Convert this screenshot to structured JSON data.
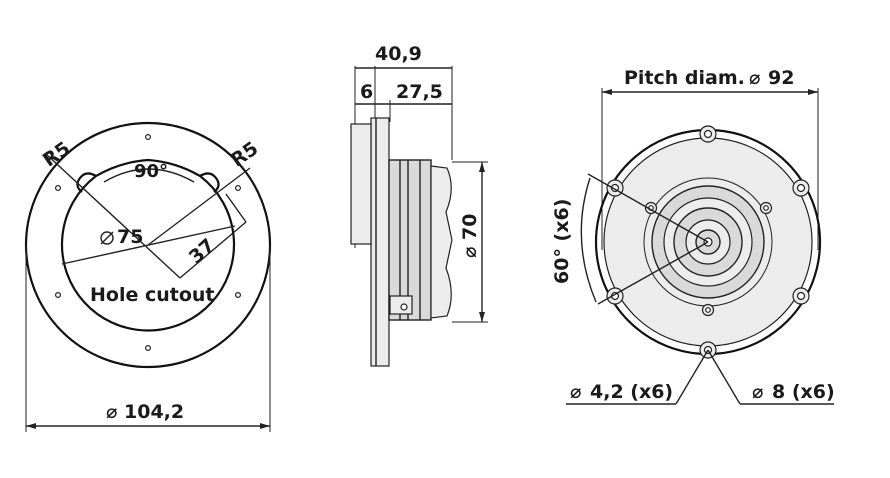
{
  "colors": {
    "ink": "#1a1a1a",
    "body_fill": "#d9d9d9",
    "light_fill": "#ececec",
    "background": "#ffffff"
  },
  "cutout_view": {
    "radius_left": "R5",
    "radius_right": "R5",
    "angle": "90°",
    "hole_diameter": "75",
    "hole_symbol": "⌀",
    "radius_dim": "37",
    "label": "Hole cutout",
    "outer_diameter": "104,2",
    "outer_symbol": "⌀"
  },
  "side_view": {
    "total_depth": "40,9",
    "flange_thickness": "6",
    "body_depth": "27,5",
    "body_diameter": "70",
    "body_symbol": "⌀"
  },
  "front_view": {
    "pitch_label": "Pitch diam.",
    "pitch_symbol": "⌀",
    "pitch_value": "92",
    "angle_label": "60° (x6)",
    "small_holes_symbol": "⌀",
    "small_holes": "4,2 (x6)",
    "large_holes_symbol": "⌀",
    "large_holes": "8 (x6)"
  }
}
